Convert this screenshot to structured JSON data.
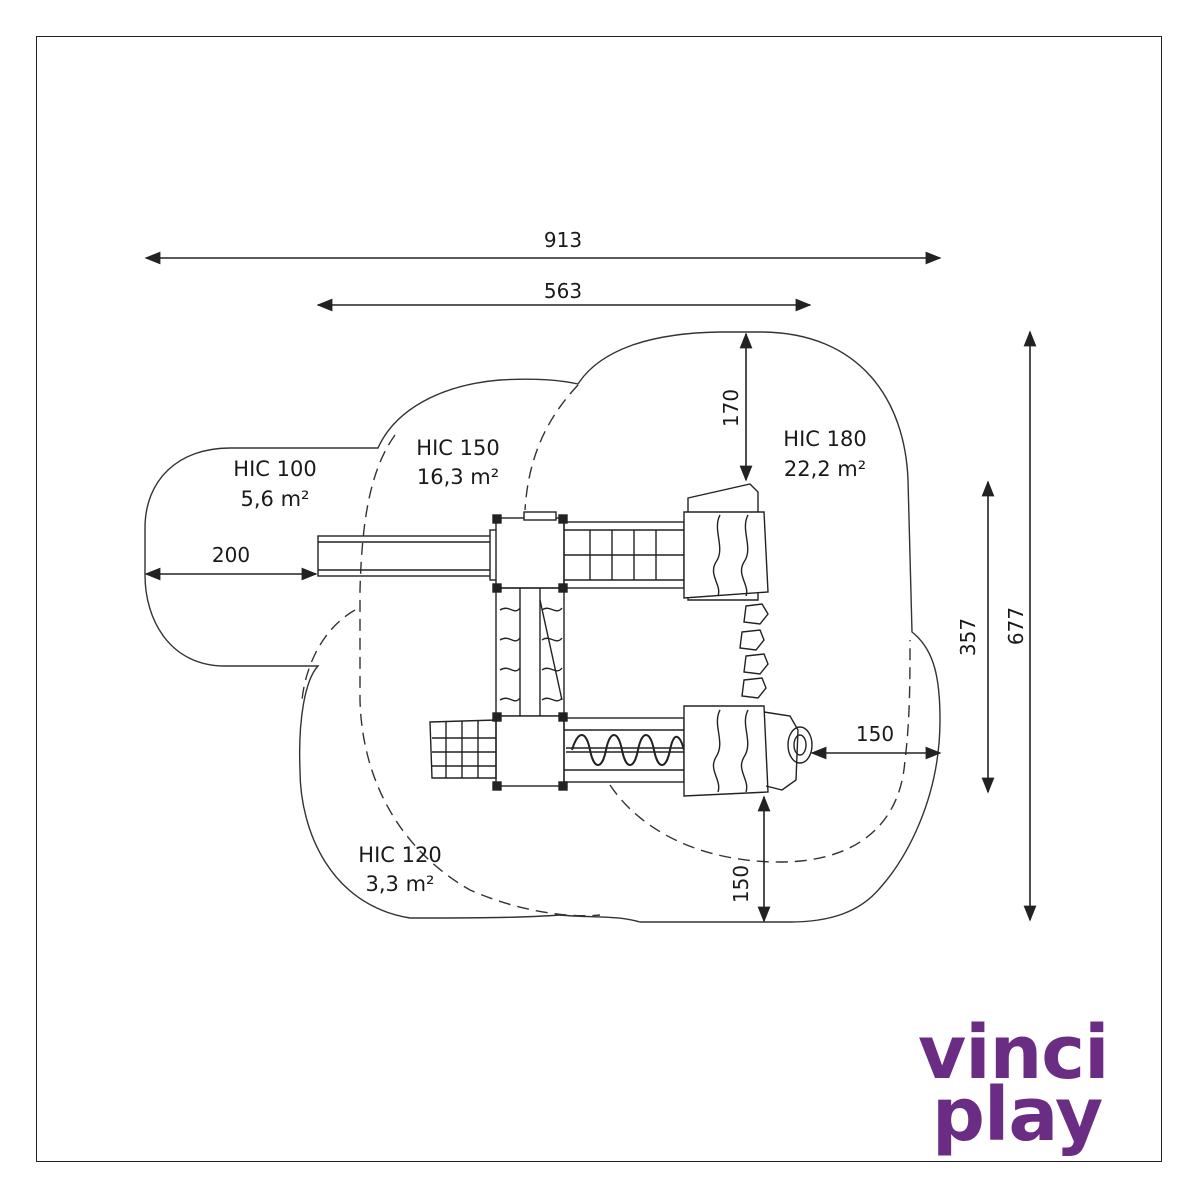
{
  "dimensions": {
    "total_width": "913",
    "platform_width": "563",
    "slide_extension": "200",
    "top_clearance": "170",
    "right_clearance": "150",
    "bottom_clearance": "150",
    "inner_depth": "357",
    "total_depth": "677"
  },
  "zones": [
    {
      "hic": "HIC 100",
      "area": "5,6 m²"
    },
    {
      "hic": "HIC 150",
      "area": "16,3 m²"
    },
    {
      "hic": "HIC 180",
      "area": "22,2 m²"
    },
    {
      "hic": "HIC 120",
      "area": "3,3 m²"
    }
  ],
  "brand": {
    "line1": "vinci",
    "line2": "play",
    "color": "#6b2d83"
  }
}
